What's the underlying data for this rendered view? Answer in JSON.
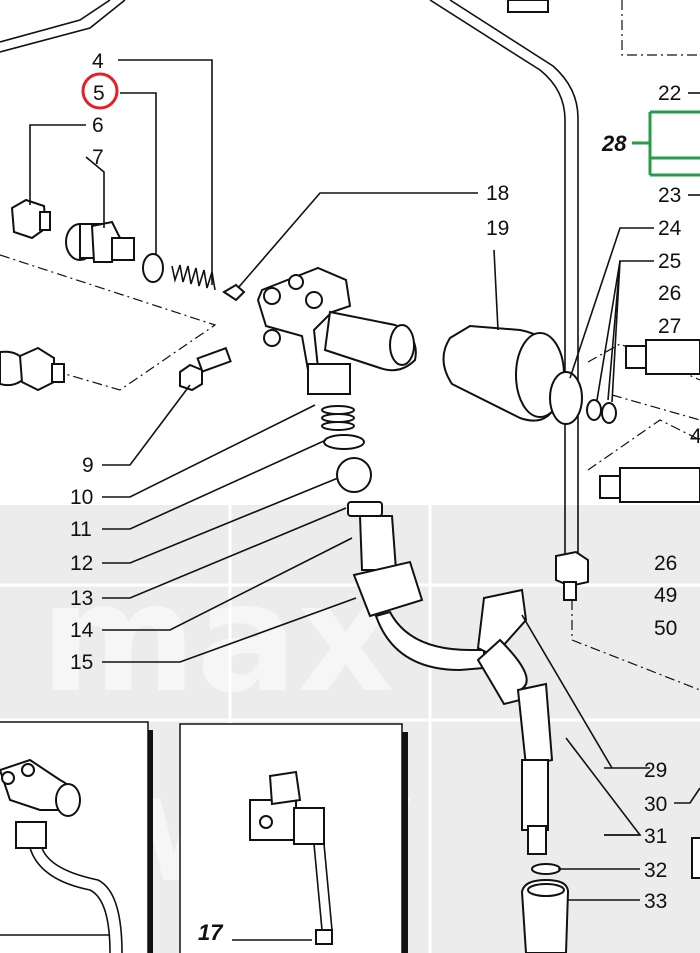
{
  "callouts": {
    "l4": "4",
    "l5": "5",
    "l6": "6",
    "l7": "7",
    "l9": "9",
    "l10": "10",
    "l11": "11",
    "l12": "12",
    "l13": "13",
    "l14": "14",
    "l15": "15",
    "l17": "17",
    "l18": "18",
    "l19": "19",
    "l22": "22",
    "l23": "23",
    "l24": "24",
    "l25": "25",
    "l26a": "26",
    "l27": "27",
    "l26b": "26",
    "l28": "28",
    "l29": "29",
    "l30": "30",
    "l31": "31",
    "l32": "32",
    "l33": "33",
    "l49": "49",
    "l50": "50",
    "l4b": "4"
  },
  "highlight": {
    "item": "5",
    "color": "#e0202a"
  },
  "group_bracket_color": "#2a9a4a",
  "watermark_color": "#e6e6e6"
}
